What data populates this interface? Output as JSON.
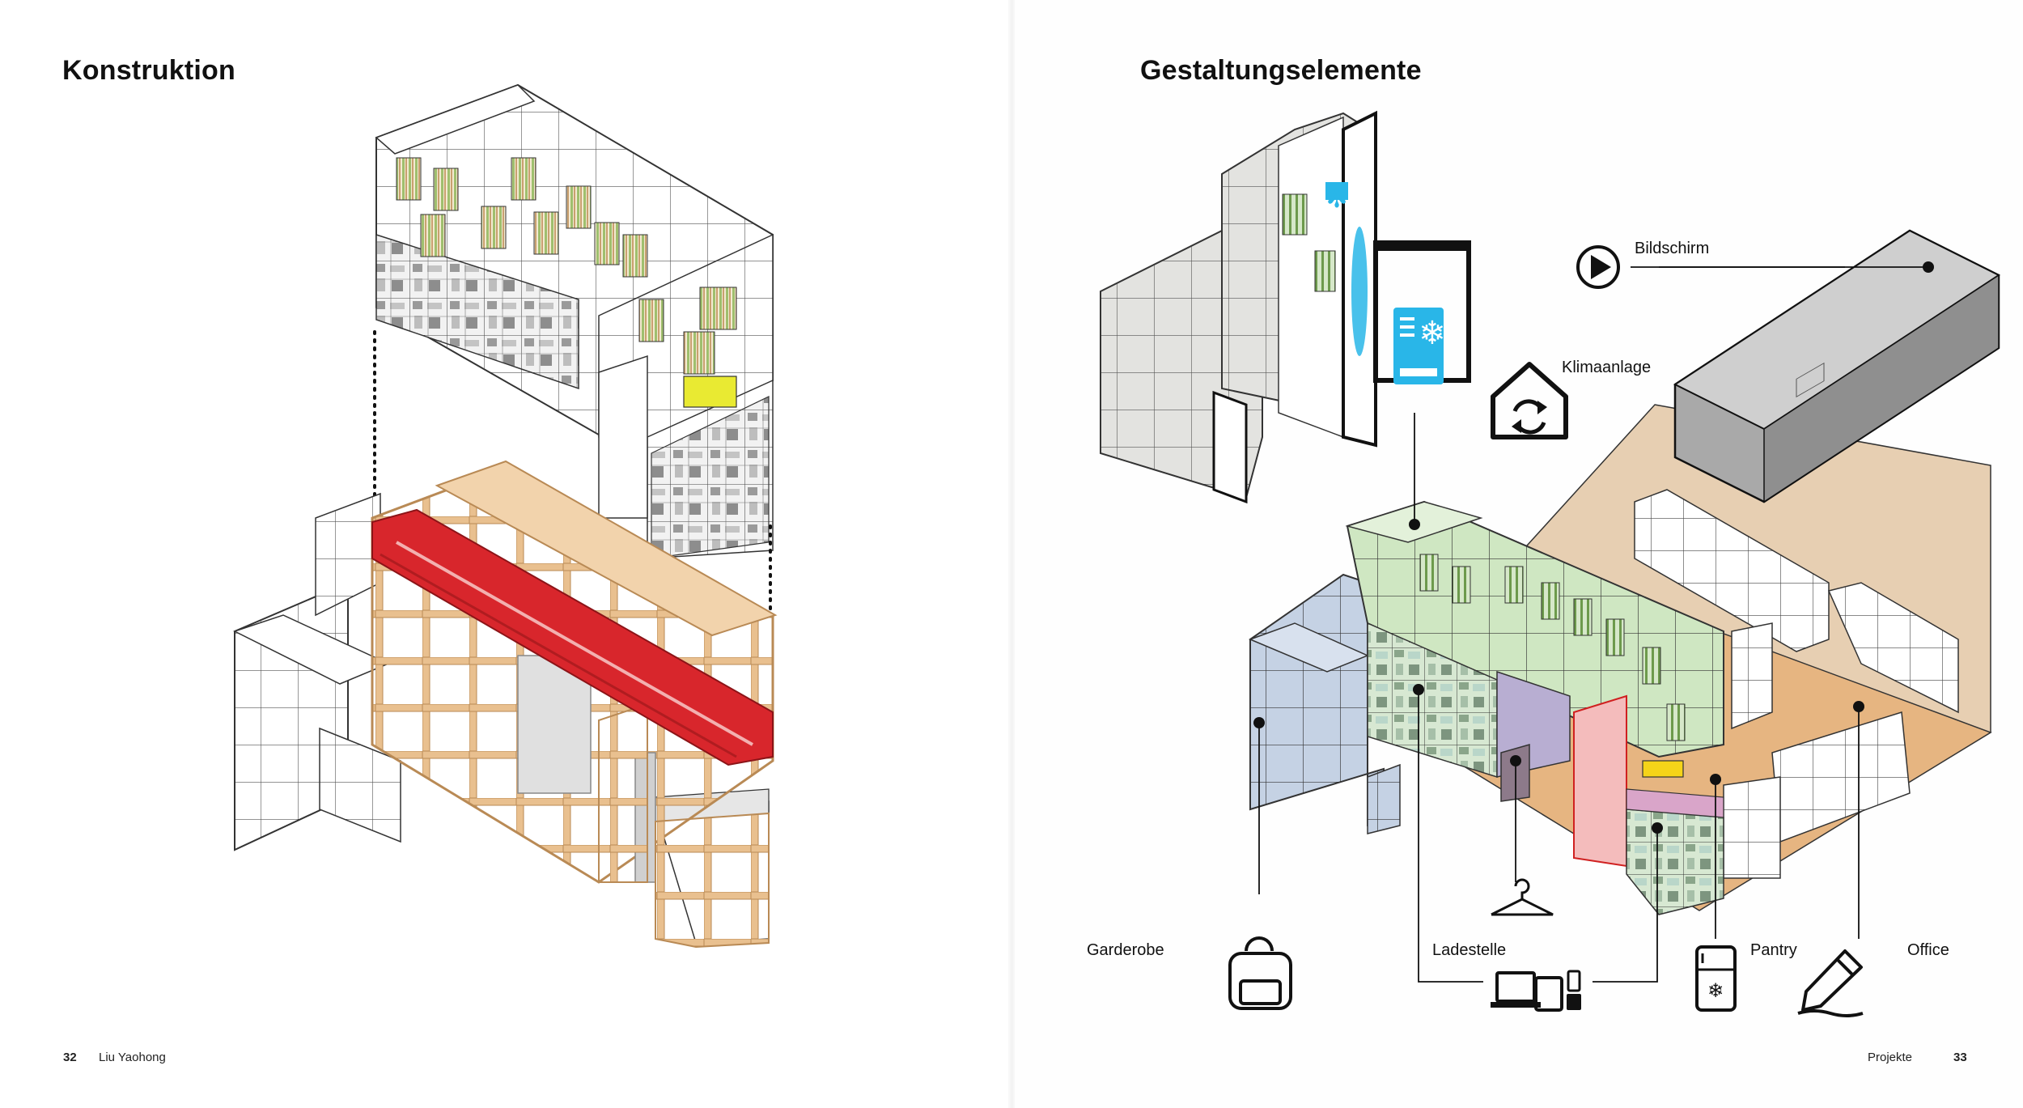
{
  "left_page": {
    "heading": "Konstruktion",
    "page_number": "32",
    "running_head": "Liu Yaohong"
  },
  "right_page": {
    "heading": "Gestaltungselemente",
    "page_number": "33",
    "running_head": "Projekte",
    "labels": {
      "bildschirm": "Bildschirm",
      "klimaanlage": "Klimaanlage",
      "garderobe": "Garderobe",
      "ladestelle": "Ladestelle",
      "pantry": "Pantry",
      "office": "Office"
    }
  },
  "colors": {
    "timber": "#e9c08f",
    "timber_stroke": "#b98a55",
    "red_beam": "#d8262c",
    "module_green": "#cfe7c2",
    "module_blue": "#c5d2e4",
    "floor": "#e6b581",
    "floor_wall": "#e7cfb2",
    "ac_cyan": "#29b6e8",
    "accent_yellow": "#f5d419",
    "module_purple": "#b8aed2",
    "module_pink": "#f4bcbc",
    "slat_green": "#8fb36a"
  }
}
